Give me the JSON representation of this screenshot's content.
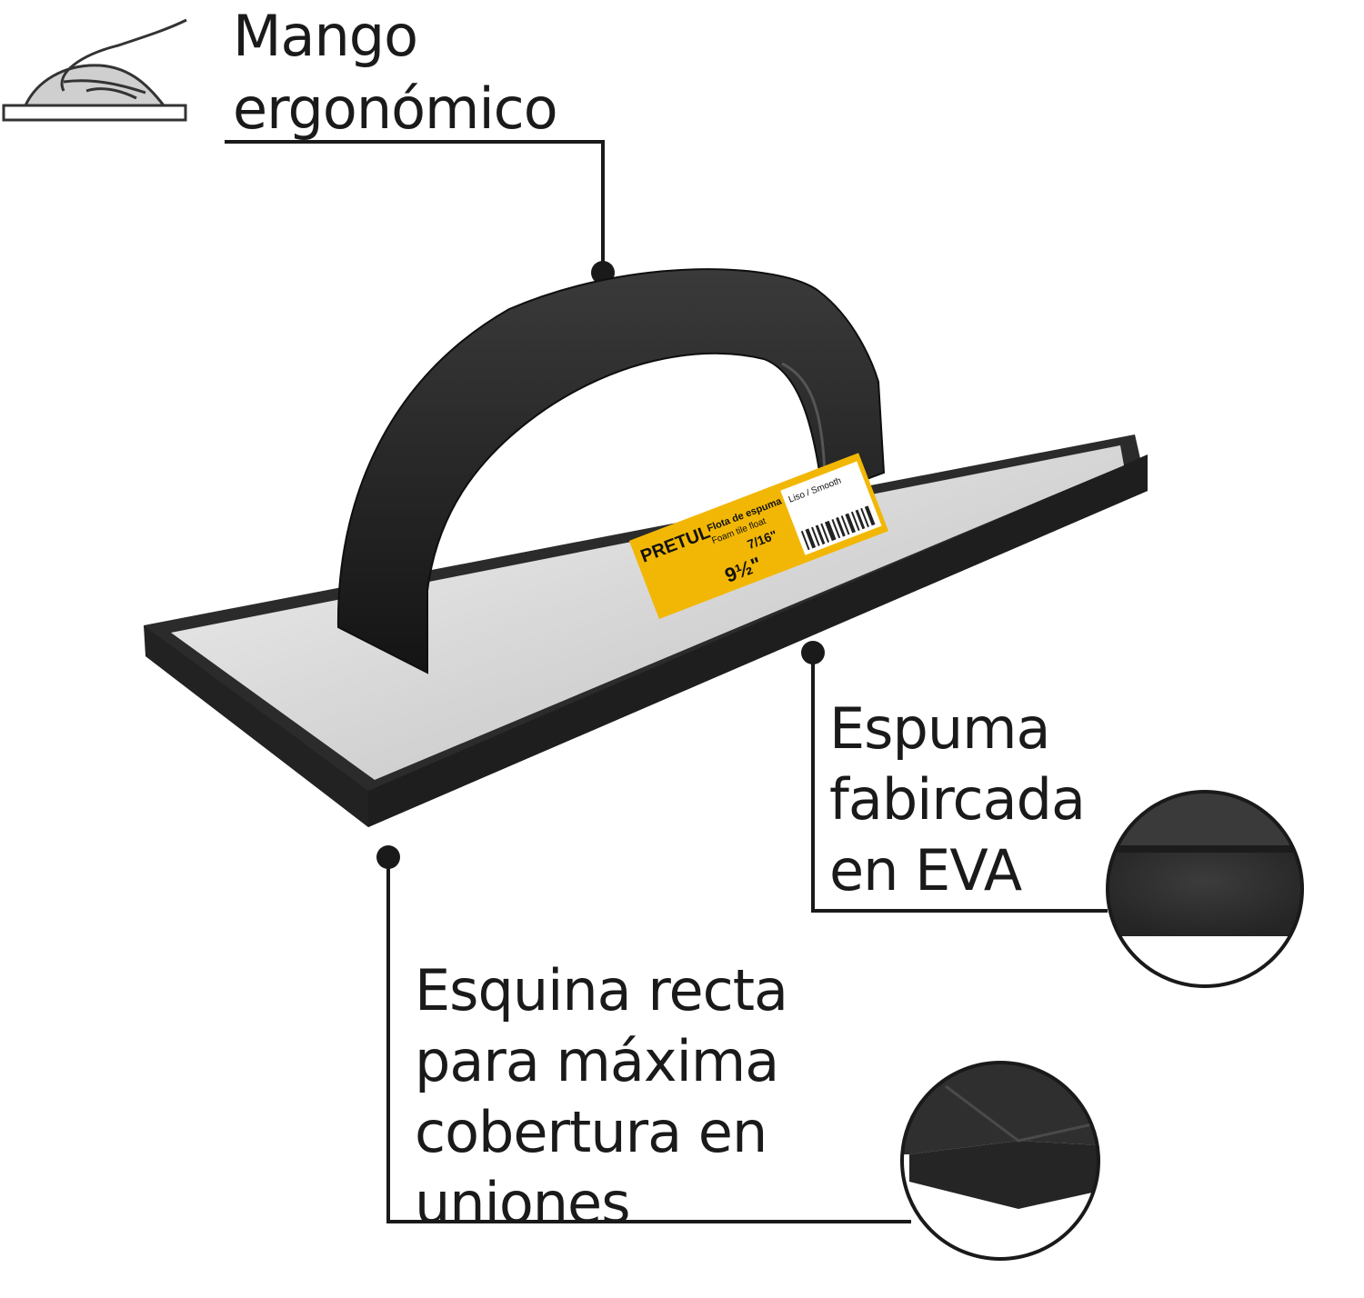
{
  "callouts": {
    "handle": {
      "lines": [
        "Mango",
        "ergonómico"
      ],
      "icon": "hand-on-float-icon"
    },
    "foam": {
      "lines": [
        "Espuma",
        "fabircada",
        "en EVA"
      ]
    },
    "corner": {
      "lines": [
        "Esquina recta",
        "para máxima",
        "cobertura en",
        "uniones"
      ]
    }
  },
  "product_label": {
    "brand": "PRETUL",
    "name_es": "Flota de espuma",
    "name_en": "Foam tile float",
    "size_main": "9½\"",
    "size_secondary": "7/16\"",
    "finish": "Liso / Smooth"
  },
  "colors": {
    "text": "#1a1a1a",
    "foam": "#2b2b2b",
    "plate": "#dcdcdc",
    "handle": "#1c1c1c",
    "label_yellow": "#f2b705"
  }
}
